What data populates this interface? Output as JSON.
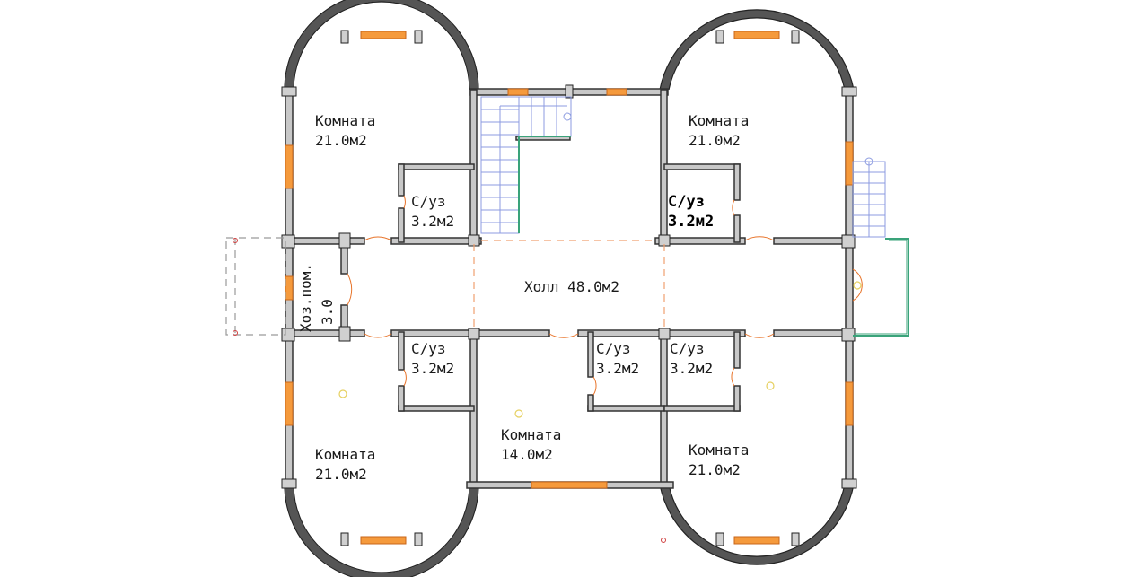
{
  "rooms": {
    "top_left": {
      "name": "Комната",
      "area": "21.0м2"
    },
    "top_right": {
      "name": "Комната",
      "area": "21.0м2"
    },
    "bottom_left": {
      "name": "Комната",
      "area": "21.0м2"
    },
    "bottom_middle": {
      "name": "Комната",
      "area": "14.0м2"
    },
    "bottom_right": {
      "name": "Комната",
      "area": "21.0м2"
    }
  },
  "bathrooms": {
    "upper_left": {
      "name": "С/уз",
      "area": "3.2м2"
    },
    "upper_right": {
      "name": "С/уз",
      "area": "3.2м2"
    },
    "lower_left": {
      "name": "С/уз",
      "area": "3.2м2"
    },
    "lower_middle": {
      "name": "С/уз",
      "area": "3.2м2"
    },
    "lower_right": {
      "name": "С/уз",
      "area": "3.2м2"
    }
  },
  "hall": {
    "label": "Холл 48.0м2"
  },
  "utility": {
    "name": "Хоз.пом.",
    "area": "3.0"
  },
  "colors": {
    "wall": "#3a3a3a",
    "window": "#f59a3c",
    "door": "#e8742a",
    "stair": "#8c9be0",
    "railing": "#3aa37a"
  }
}
